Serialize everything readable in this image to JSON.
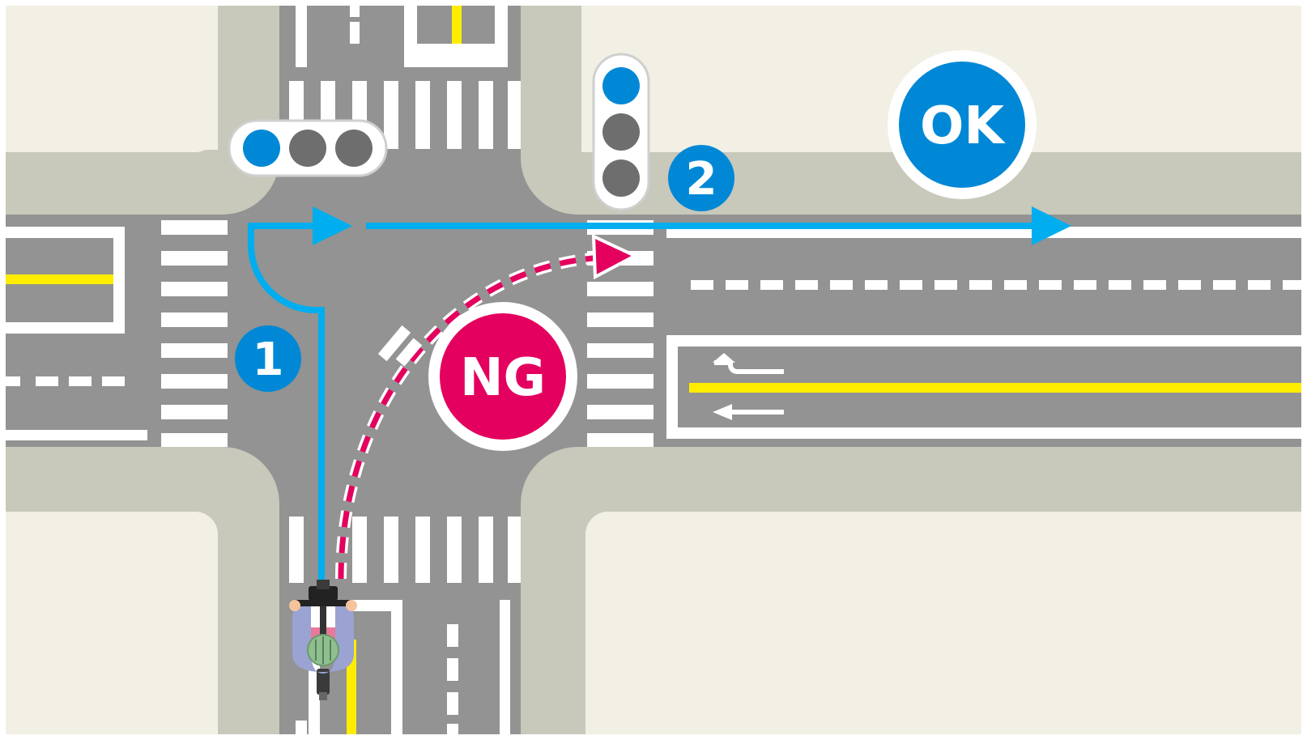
{
  "badges": {
    "ok": "OK",
    "ng": "NG",
    "step1": "1",
    "step2": "2"
  },
  "signals": {
    "horizontal_light": [
      "blue",
      "off",
      "off"
    ],
    "vertical_light": [
      "blue",
      "off",
      "off"
    ]
  },
  "colors": {
    "sidewalk_inner": "#f2f0e4",
    "sidewalk_edge": "#c8c8bb",
    "road": "#929392",
    "lane_marking": "#ffffff",
    "center_line": "#ffed00",
    "ok_path": "#00aeef",
    "ng_path": "#e4005e",
    "badge_blue": "#0088d6",
    "badge_pink": "#e4005e",
    "signal_blue": "#0088d6",
    "signal_off": "#6e6e6e"
  },
  "icons": {
    "cyclist": "cyclist-top-view-icon",
    "left_turn_arrow": "u-turn-arrow-icon",
    "straight_arrow": "straight-arrow-icon"
  }
}
